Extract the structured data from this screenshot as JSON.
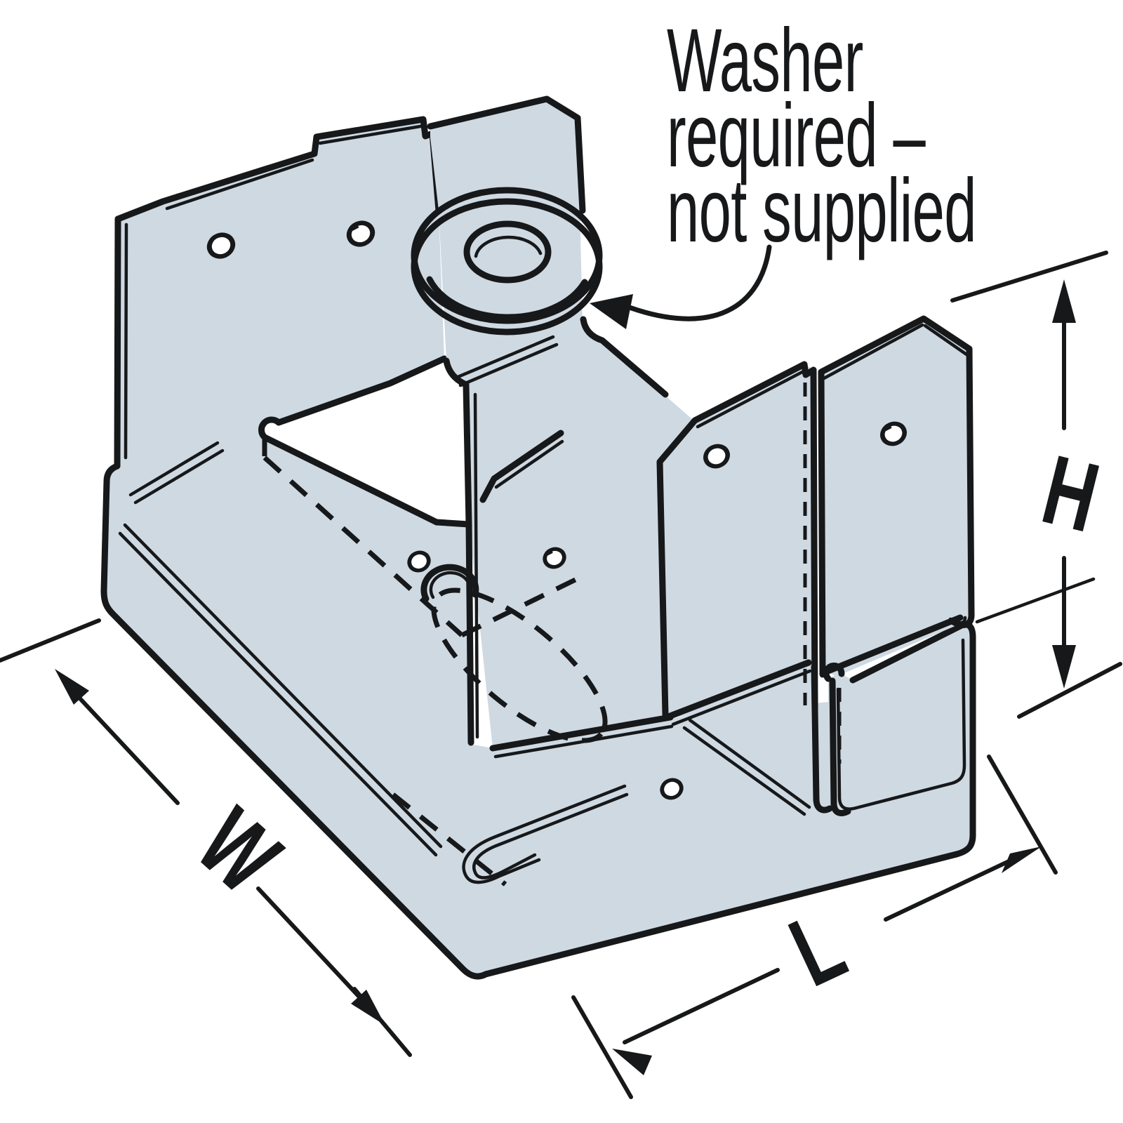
{
  "note": {
    "line1": "Washer",
    "line2": "required –",
    "line3": "not supplied"
  },
  "dimensions": {
    "width_label": "W",
    "length_label": "L",
    "height_label": "H"
  },
  "colors": {
    "metal_fill": "#cfd9e2",
    "line": "#16181a",
    "background": "#ffffff"
  }
}
